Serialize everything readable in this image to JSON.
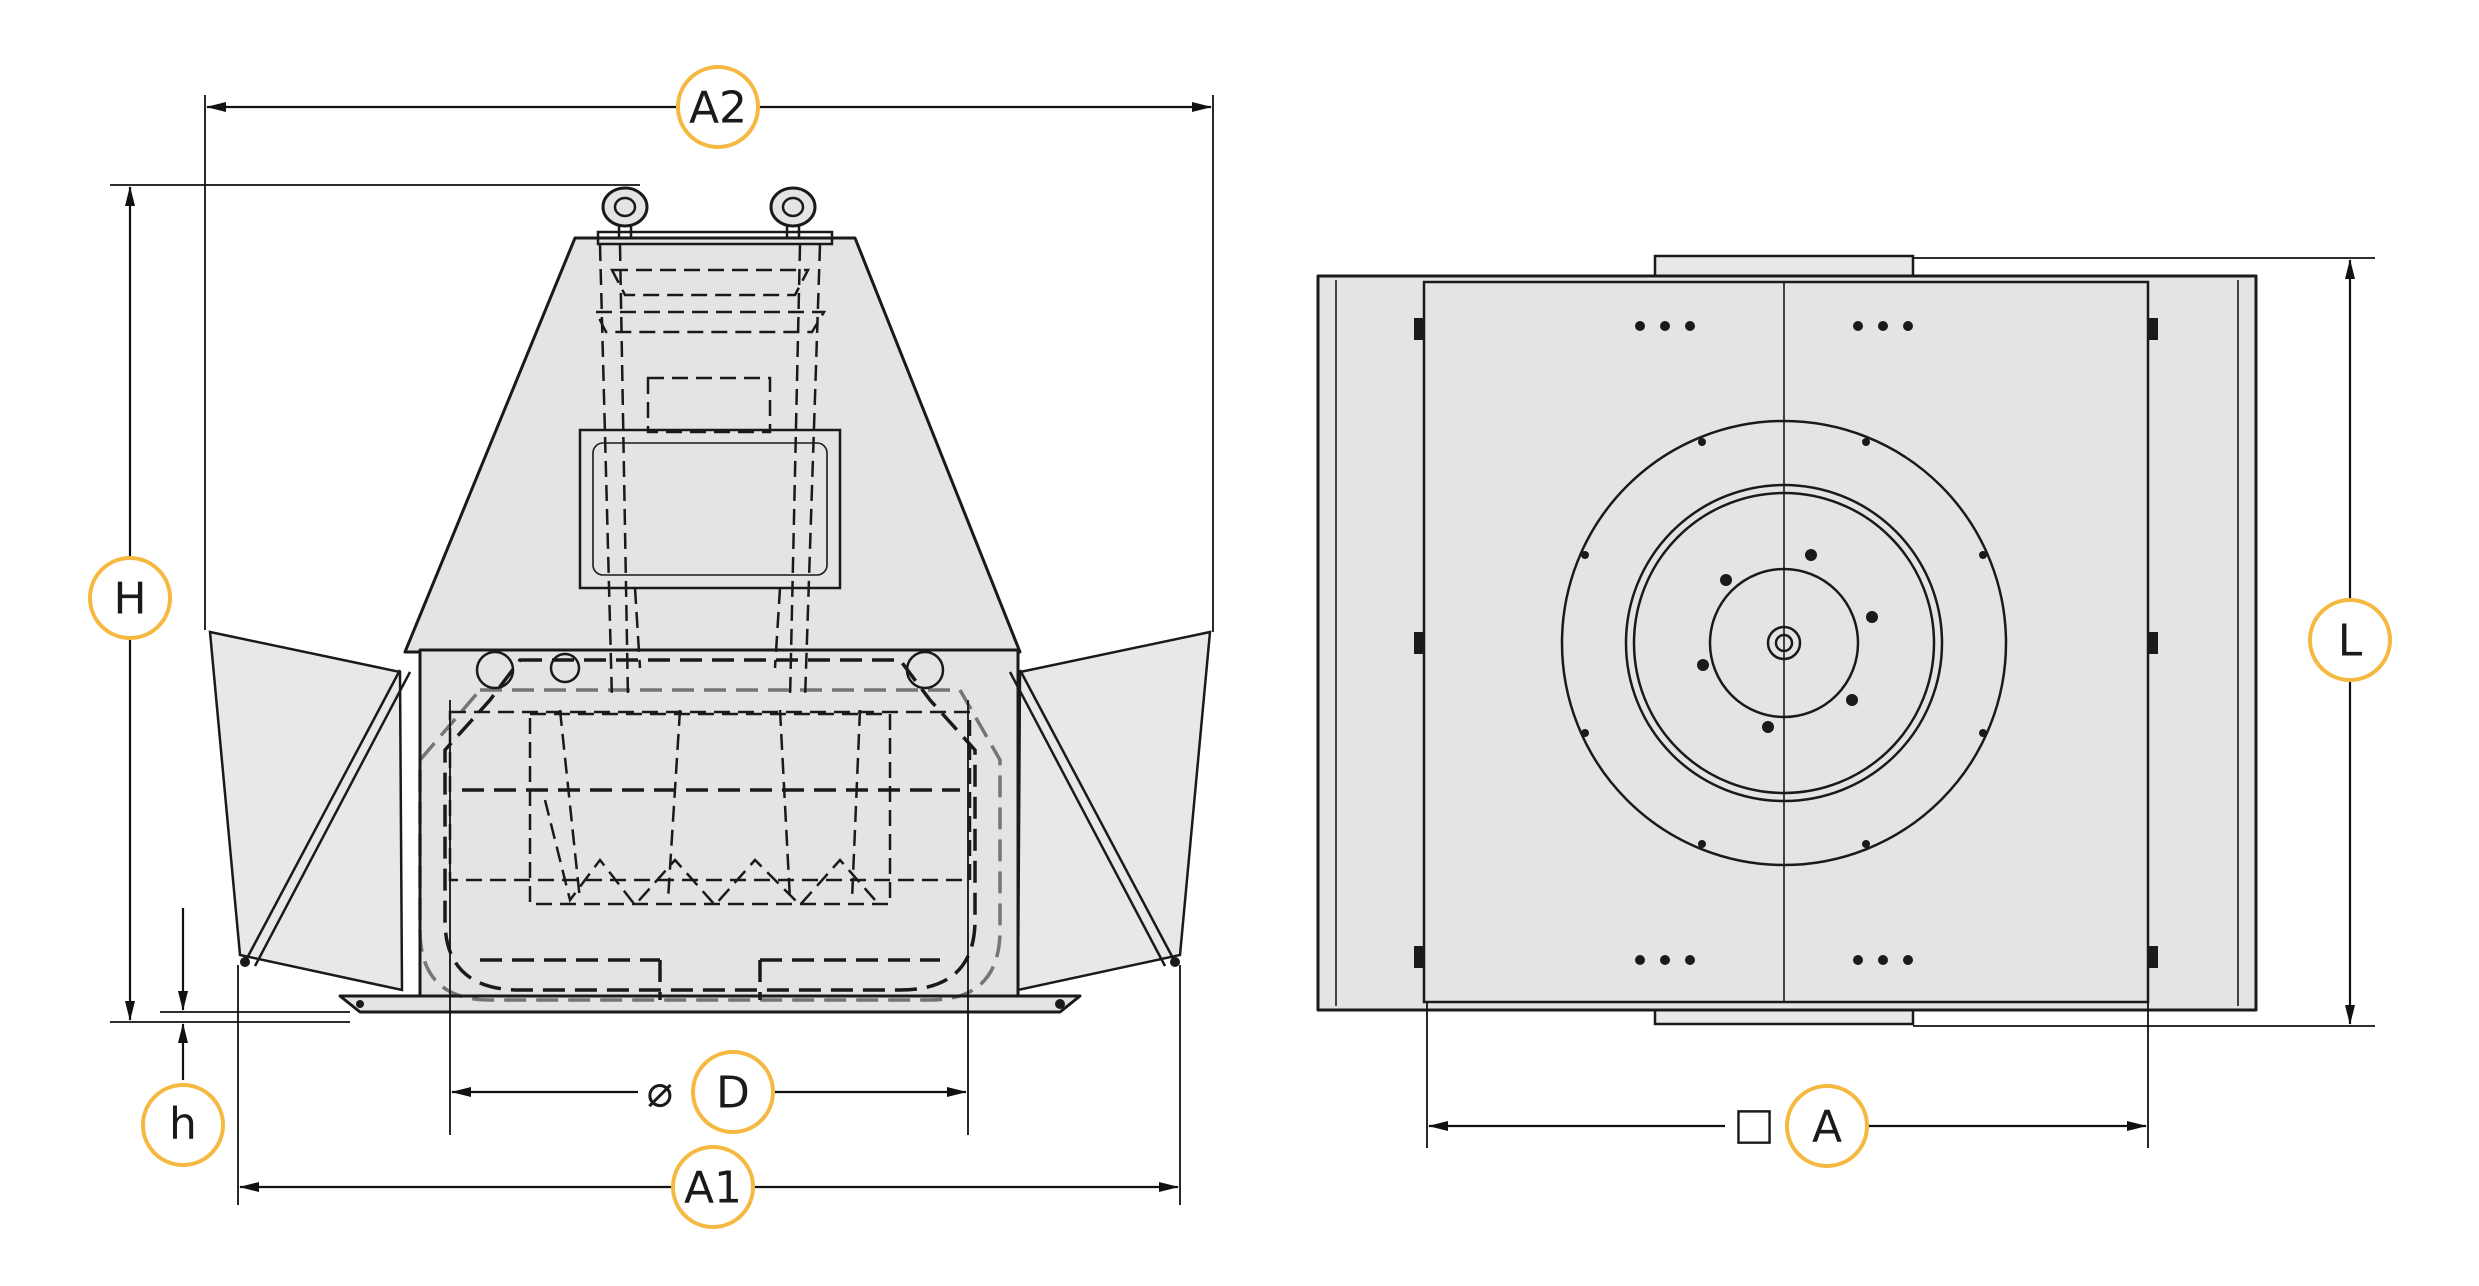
{
  "labels": {
    "a2": "A2",
    "h": "H",
    "small_h": "h",
    "d": "D",
    "a1": "A1",
    "l": "L",
    "a": "A"
  },
  "symbols": {
    "diameter": "⌀",
    "square": "□"
  },
  "colors": {
    "badge_border": "#f5b840",
    "body_fill": "#e4e4e4",
    "line": "#1a1a1a"
  }
}
